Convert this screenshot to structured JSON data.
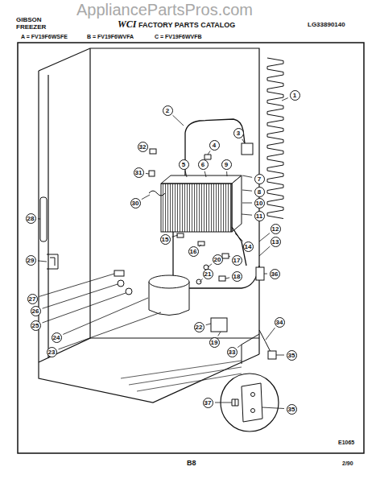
{
  "diagram": {
    "labels": [
      "GIBSON",
      "FREEZER",
      "WCI",
      "FACTORY PARTS CATALOG",
      "LG33890140",
      "A = FV19F6WSFE",
      "B = FV19F6WVFA",
      "C = FV19F6WVFB",
      "1",
      "2",
      "3",
      "4",
      "5",
      "6",
      "7",
      "8",
      "9",
      "10",
      "11",
      "12",
      "13",
      "14",
      "15",
      "16",
      "17",
      "18",
      "19",
      "20",
      "21",
      "22",
      "23",
      "24",
      "25",
      "26",
      "27",
      "28",
      "29",
      "30",
      "31",
      "32",
      "33",
      "34",
      "35",
      "36",
      "37",
      "35",
      "E1065",
      "B8",
      "2/90",
      "AppliancePartsPros.com"
    ]
  }
}
